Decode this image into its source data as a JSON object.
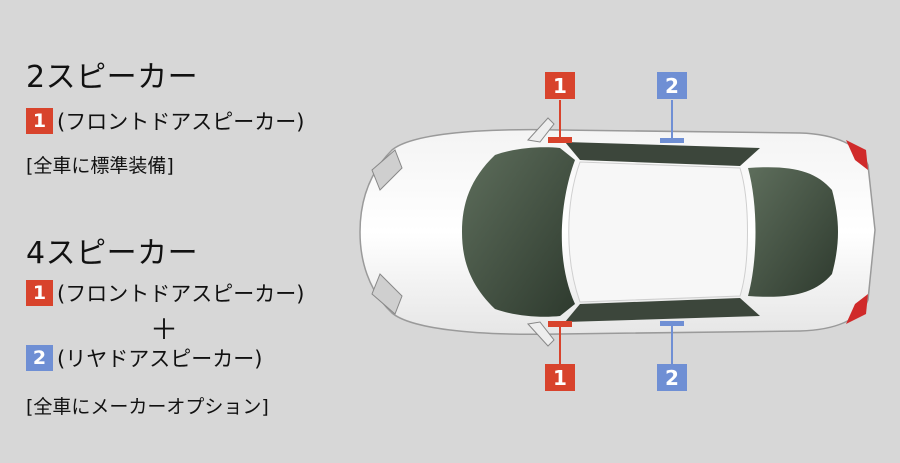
{
  "colors": {
    "front": "#d8432c",
    "rear": "#6f8fd4",
    "background": "#d7d7d7"
  },
  "two_speaker": {
    "title": "2スピーカー",
    "front_badge": "1",
    "front_label": "(フロントドアスピーカー)",
    "note": "[全車に標準装備]"
  },
  "four_speaker": {
    "title": "4スピーカー",
    "front_badge": "1",
    "front_label": "(フロントドアスピーカー)",
    "plus": "＋",
    "rear_badge": "2",
    "rear_label": "(リヤドアスピーカー)",
    "note": "[全車にメーカーオプション]"
  },
  "diagram": {
    "top_front_badge": "1",
    "top_rear_badge": "2",
    "bottom_front_badge": "1",
    "bottom_rear_badge": "2"
  }
}
